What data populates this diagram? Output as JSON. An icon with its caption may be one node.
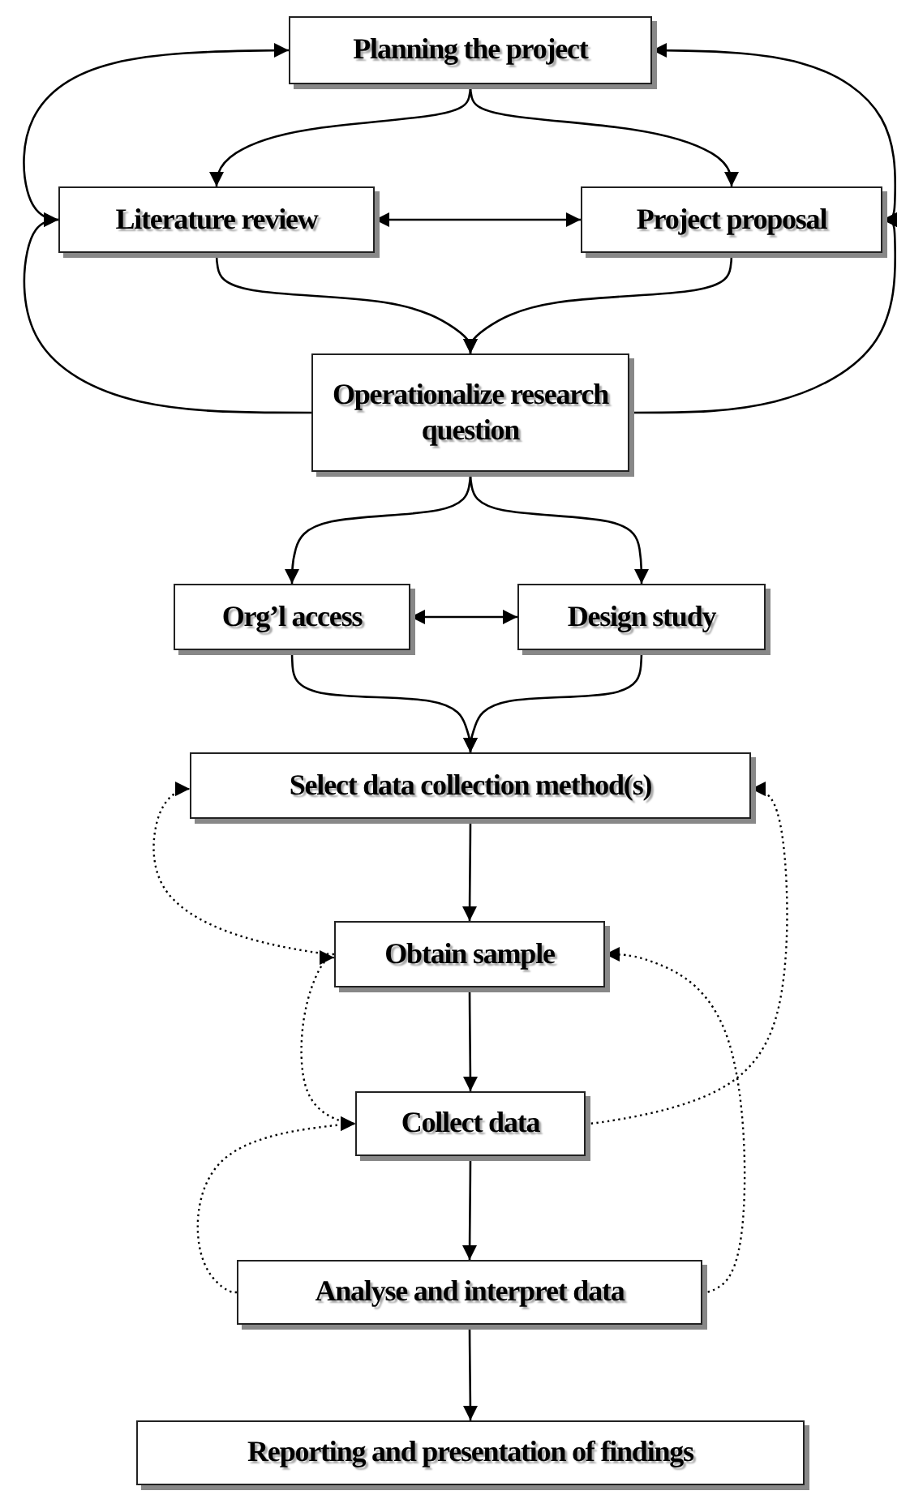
{
  "diagram": {
    "nodes": [
      {
        "text": [
          "Planning the project"
        ]
      },
      {
        "text": [
          "Literature review"
        ]
      },
      {
        "text": [
          "Project proposal"
        ]
      },
      {
        "text": [
          "Operationalize research question"
        ]
      },
      {
        "text": [
          "Org’l access"
        ]
      },
      {
        "text": [
          "Design study"
        ]
      },
      {
        "text": [
          "Select data collection method(s)"
        ]
      },
      {
        "text": [
          "Obtain sample"
        ]
      },
      {
        "text": [
          "Collect data"
        ]
      },
      {
        "text": [
          "Analyse and interpret data"
        ]
      },
      {
        "text": [
          "Reporting and presentation of findings"
        ]
      }
    ],
    "edges": [
      {
        "from": 0,
        "to": 1,
        "arrow": "to"
      },
      {
        "from": 0,
        "to": 2,
        "arrow": "to"
      },
      {
        "from": 1,
        "to": 2,
        "arrow": "both"
      },
      {
        "from": 1,
        "to": 3,
        "arrow": "to"
      },
      {
        "from": 2,
        "to": 3,
        "arrow": "to"
      },
      {
        "from": 0,
        "to": 1,
        "arrow": "both"
      },
      {
        "from": 3,
        "to": 1,
        "arrow": "to"
      },
      {
        "from": 0,
        "to": 2,
        "arrow": "both"
      },
      {
        "from": 3,
        "to": 2,
        "arrow": "to"
      },
      {
        "from": 3,
        "to": 4,
        "arrow": "to"
      },
      {
        "from": 3,
        "to": 5,
        "arrow": "to"
      },
      {
        "from": 4,
        "to": 5,
        "arrow": "both"
      },
      {
        "from": 4,
        "to": 6,
        "arrow": "to"
      },
      {
        "from": 5,
        "to": 6,
        "arrow": "to"
      },
      {
        "from": 6,
        "to": 7,
        "arrow": "to"
      },
      {
        "from": 7,
        "to": 8,
        "arrow": "to"
      },
      {
        "from": 8,
        "to": 9,
        "arrow": "to"
      },
      {
        "from": 9,
        "to": 10,
        "arrow": "to"
      },
      {
        "from": 7,
        "to": 6,
        "arrow": "to",
        "style": "dashed"
      },
      {
        "from": 7,
        "to": 8,
        "arrow": "both",
        "style": "dashed"
      },
      {
        "from": 9,
        "to": 8,
        "arrow": "to",
        "style": "dashed"
      },
      {
        "from": 8,
        "to": 6,
        "arrow": "to",
        "style": "dashed"
      },
      {
        "from": 9,
        "to": 7,
        "arrow": "to",
        "style": "dashed"
      }
    ]
  }
}
